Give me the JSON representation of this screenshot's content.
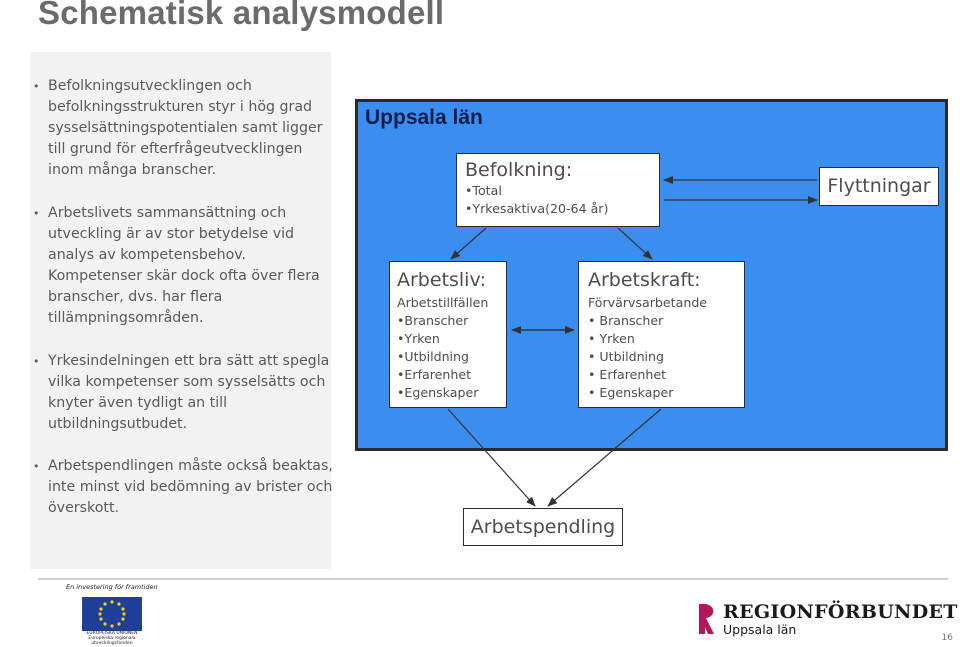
{
  "slide": {
    "title": "Schematisk analysmodell",
    "page_number": "16"
  },
  "left_panel": {
    "bullets": [
      "Befolkningsutvecklingen och befolkningsstrukturen styr i hög grad sysselsättningspotentialen samt ligger till grund för efterfrågeutvecklingen inom många branscher.",
      "Arbetslivets sammansättning och utveckling är av stor betydelse vid analys av kompetensbehov. Kompetenser skär dock ofta över flera branscher, dvs. har flera tillämpningsområden.",
      "Yrkesindelningen ett bra sätt att spegla vilka kompetenser som sysselsätts och knyter även tydligt an till utbildningsutbudet.",
      "Arbetspendlingen måste också beaktas, inte minst vid bedömning av brister och överskott."
    ]
  },
  "diagram": {
    "region_label": "Uppsala län",
    "befolkning": {
      "title": "Befolkning:",
      "items": [
        "•Total",
        "•Yrkesaktiva(20-64 år)"
      ]
    },
    "arbetsliv": {
      "title": "Arbetsliv:",
      "subtitle": "Arbetstillfällen",
      "items": [
        "•Branscher",
        "•Yrken",
        "•Utbildning",
        "•Erfarenhet",
        "•Egenskaper"
      ]
    },
    "arbetskraft": {
      "title": "Arbetskraft:",
      "subtitle": "Förvärvsarbetande",
      "items": [
        "• Branscher",
        "• Yrken",
        "• Utbildning",
        "• Erfarenhet",
        "• Egenskaper"
      ]
    },
    "flyttningar": "Flyttningar",
    "arbetspendling": "Arbetspendling",
    "colors": {
      "region_fill": "#3b8ef0",
      "region_border": "#2a2a2a",
      "region_label": "#0f1d4a",
      "node_fill": "#ffffff"
    }
  },
  "footer": {
    "tagline": "En investering för framtiden",
    "eu_caption": "EUROPEISKA UNIONEN Europeiska regionala utvecklingsfonden",
    "org_name": "REGIONFÖRBUNDET",
    "org_sub": "Uppsala län"
  }
}
